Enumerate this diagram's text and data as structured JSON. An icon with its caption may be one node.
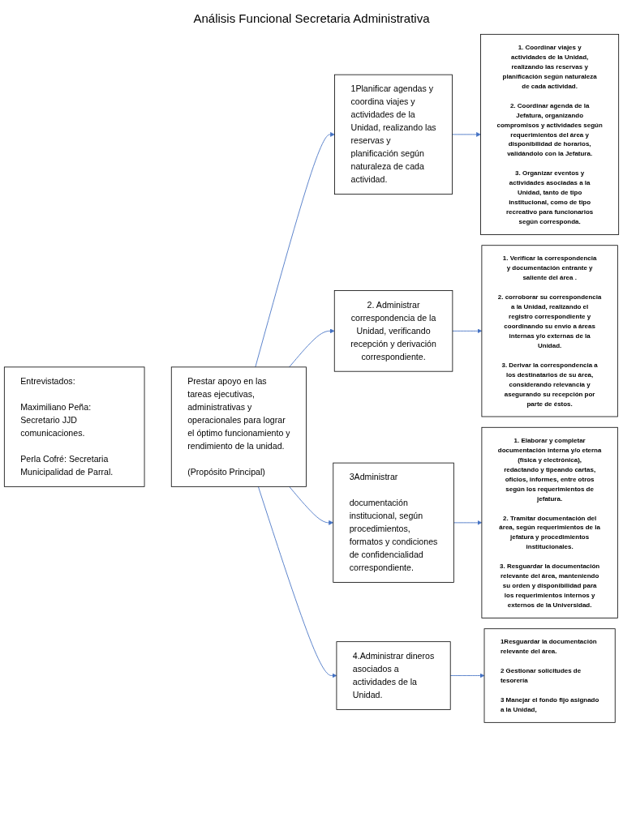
{
  "diagram": {
    "title": "Análisis Funcional Secretaria Administrativa",
    "nodes": [
      {
        "text": [
          "Entrevistados:",
          "Maximiliano Peña: Secretario JJD comunicaciones.",
          "Perla Cofré: Secretaria Municipalidad de Parral."
        ]
      },
      {
        "text": [
          "Prestar apoyo en las tareas ejecutivas, administrativas y operacionales para lograr el óptimo funcionamiento y rendimiento de la unidad.",
          "(Propósito Principal)"
        ]
      },
      {
        "text": [
          "1Planificar agendas y coordina viajes y actividades de la Unidad, realizando las reservas y planificación según naturaleza de cada actividad."
        ]
      },
      {
        "text": [
          "1. Coordinar viajes y actividades de la Unidad, realizando las reservas y planificación según naturaleza de cada actividad.",
          "2. Coordinar agenda de la Jefatura, organizando compromisos y actividades según requerimientos del área y disponibilidad de horarios, validándolo con la Jefatura.",
          "3. Organizar eventos y actividades asociadas a la Unidad, tanto de tipo institucional, como de tipo recreativo para funcionarios según corresponda."
        ]
      },
      {
        "text": [
          "2. Administrar correspondencia de la Unidad, verificando recepción y derivación correspondiente."
        ]
      },
      {
        "text": [
          "1. Verificar la correspondencia y documentación entrante y saliente del área .",
          "2. corroborar su correspondencia a la Unidad, realizando el registro correspondiente y coordinando su envío a áreas internas y/o externas de la Unidad.",
          "3. Derivar la correspondencia a los destinatarios de su área, considerando relevancia y asegurando su recepción por parte de éstos."
        ]
      },
      {
        "text": [
          "3Administrar",
          "documentación institucional, según procedimientos, formatos y condiciones de confidencialidad correspondiente."
        ]
      },
      {
        "text": [
          "1. Elaborar y completar documentación interna y/o eterna (física y electrónica), redactando y tipeando cartas, oficios, informes, entre otros según los requerimientos de jefatura.",
          "2. Tramitar documentación del área, según requerimientos de la jefatura y procedimientos institucionales.",
          "3. Resguardar la documentación relevante del área, manteniendo su orden y disponibilidad para los requerimientos internos y externos de la Universidad."
        ]
      },
      {
        "text": [
          "4.Administrar dineros asociados a actividades de la Unidad."
        ]
      },
      {
        "text": [
          "1Resguardar la documentación relevante del área.",
          "2 Gestionar solicitudes de tesorería",
          "3 Manejar el fondo fijo asignado a la Unidad,"
        ]
      }
    ],
    "edges": [
      {
        "from": 1,
        "to": 2,
        "arrow": "to"
      },
      {
        "from": 1,
        "to": 4,
        "arrow": "to"
      },
      {
        "from": 1,
        "to": 6,
        "arrow": "to"
      },
      {
        "from": 1,
        "to": 8,
        "arrow": "to"
      },
      {
        "from": 2,
        "to": 3,
        "arrow": "to"
      },
      {
        "from": 4,
        "to": 5,
        "arrow": "to"
      },
      {
        "from": 6,
        "to": 7,
        "arrow": "to"
      },
      {
        "from": 8,
        "to": 9,
        "arrow": "to"
      }
    ]
  }
}
